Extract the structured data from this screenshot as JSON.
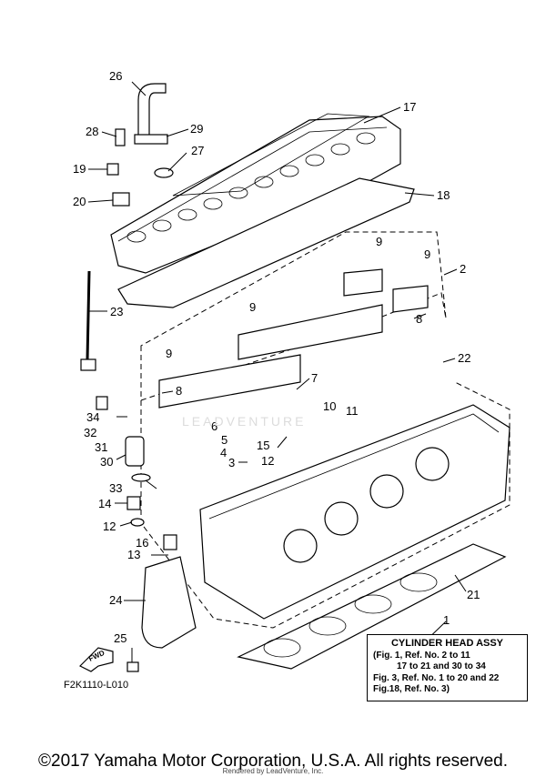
{
  "callouts": [
    "26",
    "17",
    "28",
    "29",
    "27",
    "19",
    "18",
    "20",
    "2",
    "9",
    "9",
    "23",
    "9",
    "8",
    "9",
    "22",
    "7",
    "8",
    "10",
    "11",
    "34",
    "6",
    "32",
    "5",
    "15",
    "31",
    "4",
    "12",
    "30",
    "3",
    "33",
    "14",
    "12",
    "16",
    "13",
    "24",
    "21",
    "1",
    "25"
  ],
  "assy_box": {
    "title": "CYLINDER HEAD ASSY",
    "lines": [
      "(Fig. 1, Ref. No. 2 to 11",
      "17 to 21 and 30 to 34",
      "Fig. 3, Ref. No. 1 to 20 and 22",
      "Fig.18, Ref. No. 3)"
    ]
  },
  "fwd_label": "FWD",
  "figure_code": "F2K1110-L010",
  "watermark": "LEADVENTURE",
  "copyright": "©2017 Yamaha Motor Corporation, U.S.A. All rights reserved.",
  "rendered_by": "Rendered by LeadVenture, Inc."
}
